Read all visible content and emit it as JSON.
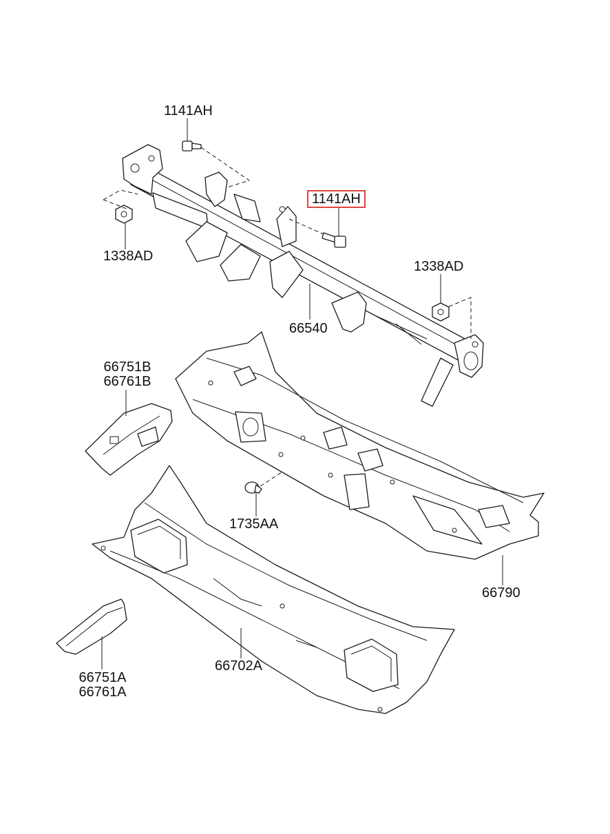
{
  "colors": {
    "highlight": "#e0453a",
    "line": "#1a1a1a",
    "background": "#ffffff"
  },
  "labels": {
    "bolt_top": "1141AH",
    "bolt_highlighted": "1141AH",
    "nut_left": "1338AD",
    "nut_right": "1338AD",
    "beam": "66540",
    "bracket_b_1": "66751B",
    "bracket_b_2": "66761B",
    "clip": "1735AA",
    "cowl_upper": "66790",
    "cowl_lower": "66702A",
    "bracket_a_1": "66751A",
    "bracket_a_2": "66761A"
  }
}
